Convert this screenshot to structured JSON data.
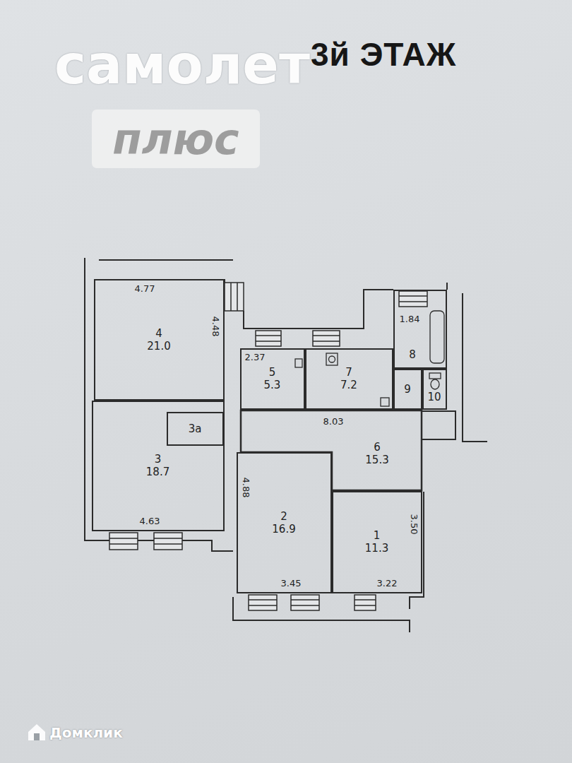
{
  "diagram": {
    "title": "3й ЭТАЖ",
    "nodes": [
      {
        "text": [
          "4",
          "21.0"
        ]
      },
      {
        "text": [
          "5",
          "5.3"
        ]
      },
      {
        "text": [
          "7",
          "7.2"
        ]
      },
      {
        "text": [
          "8"
        ]
      },
      {
        "text": [
          "9"
        ]
      },
      {
        "text": [
          "10"
        ]
      },
      {
        "text": [
          "3",
          "18.7"
        ]
      },
      {
        "text": [
          "3а"
        ],
        "in": 6
      },
      {
        "text": [
          "6",
          "15.3"
        ]
      },
      {
        "text": [
          "2",
          "16.9"
        ]
      },
      {
        "text": [
          "1",
          "11.3"
        ]
      }
    ],
    "labels": [
      "самолет",
      "плюс",
      "4.77",
      "4.48",
      "2.37",
      "1.84",
      "8.03",
      "4.63",
      "4.88",
      "3.45",
      "3.22",
      "3.50",
      "Домклик"
    ]
  }
}
